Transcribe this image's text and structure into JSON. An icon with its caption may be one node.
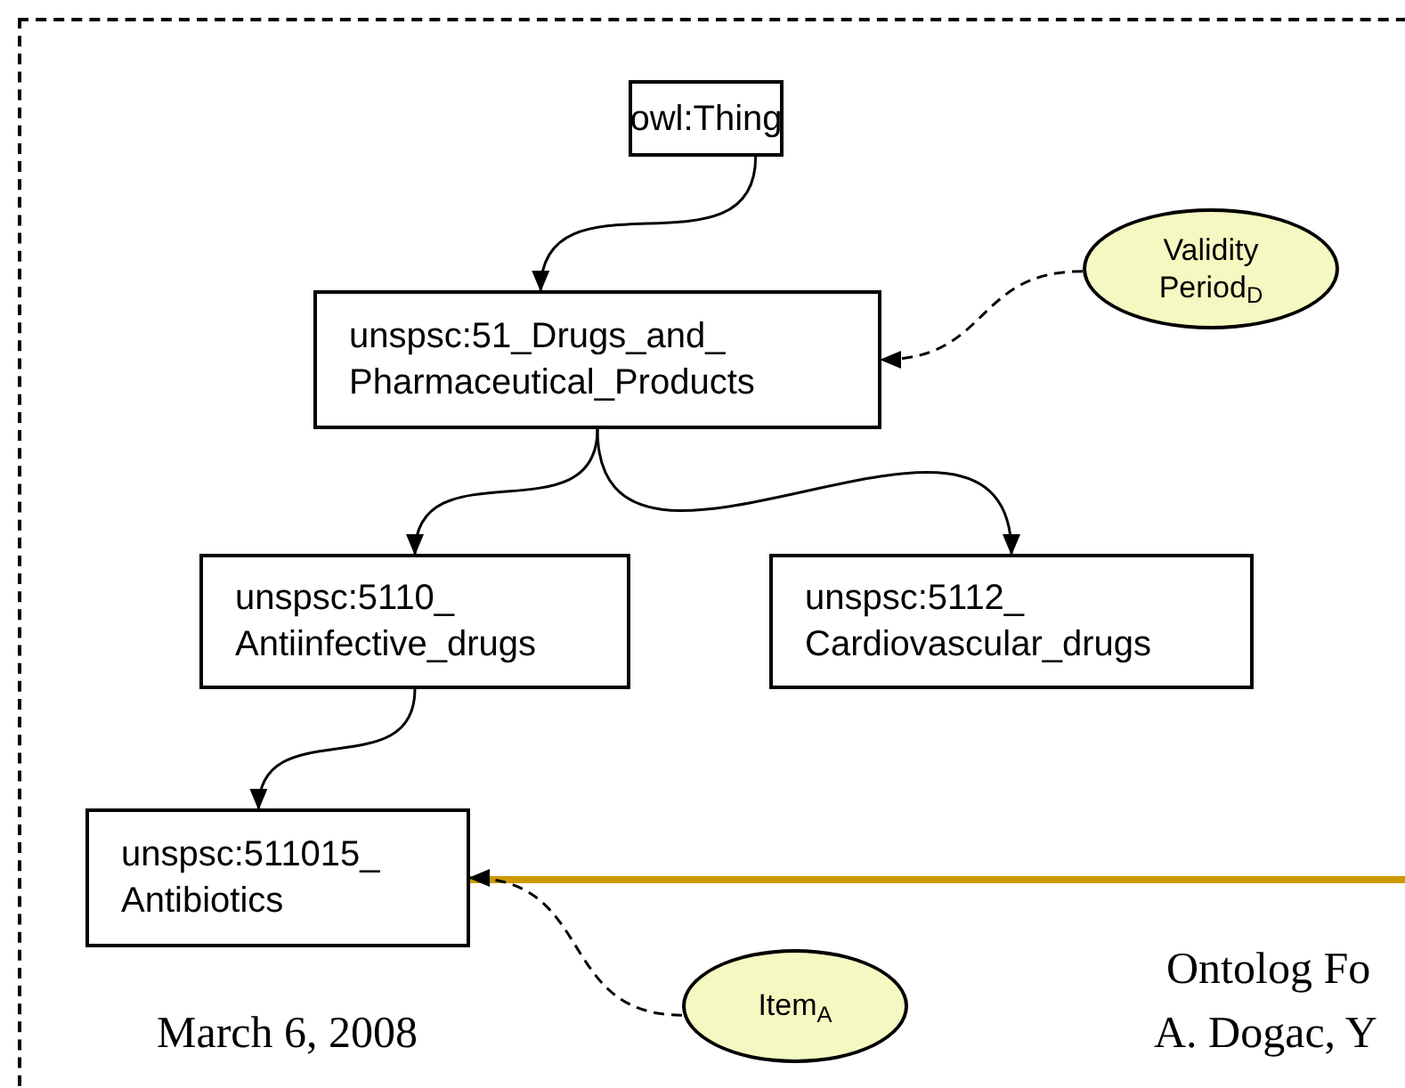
{
  "diagram": {
    "nodes": [
      {
        "text": [
          "owl:Thing"
        ]
      },
      {
        "text": [
          "unspsc:51_Drugs_and_ Pharmaceutical_Products"
        ]
      },
      {
        "text": [
          "Validity Period$_{D}$"
        ]
      },
      {
        "text": [
          "unspsc:5110_ Antiinfective_drugs"
        ]
      },
      {
        "text": [
          "unspsc:5112_ Cardiovascular_drugs"
        ]
      },
      {
        "text": [
          "unspsc:511015_ Antibiotics"
        ]
      },
      {
        "text": [
          "Item$_{A}$"
        ]
      }
    ],
    "edges": [
      {
        "from": 0,
        "to": 1,
        "arrow": "to"
      },
      {
        "from": 2,
        "to": 1,
        "arrow": "to",
        "style": "dashed"
      },
      {
        "from": 1,
        "to": 3,
        "arrow": "to"
      },
      {
        "from": 1,
        "to": 4,
        "arrow": "to"
      },
      {
        "from": 3,
        "to": 5,
        "arrow": "to"
      },
      {
        "from": 6,
        "to": 5,
        "arrow": "to",
        "style": "dashed"
      }
    ],
    "labels": [
      "Ontolog Fo",
      "March 6, 2008",
      "A. Dogac, Y"
    ]
  }
}
